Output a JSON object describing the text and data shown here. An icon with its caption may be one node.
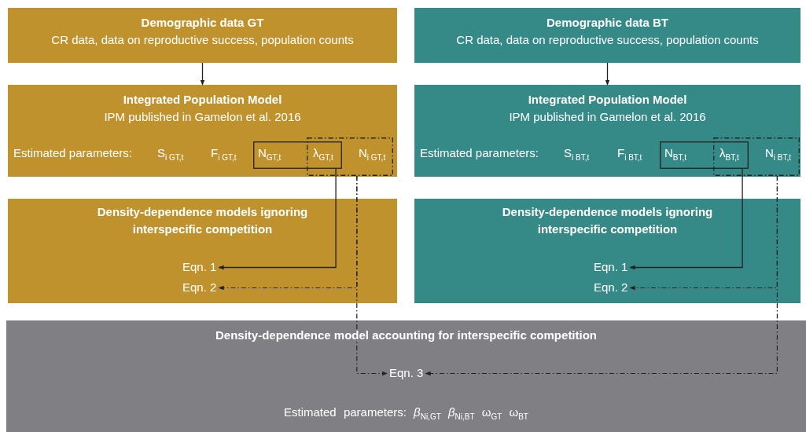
{
  "diagram": {
    "nodes": [
      {
        "text": [
          "Demographic data GT",
          "CR data, data on reproductive success, population counts"
        ]
      },
      {
        "text": [
          "Demographic data BT",
          "CR data, data on reproductive success, population counts"
        ]
      },
      {
        "text": [
          "Integrated Population Model",
          "IPM published in Gamelon et al. 2016",
          "Estimated parameters:",
          "S$_{i GT,t}$",
          "F$_{i GT,t}$"
        ]
      },
      {
        "text": [
          "N$_{GT,t}$",
          "λ$_{GT,t}$"
        ],
        "in": 2
      },
      {
        "text": [
          "N$_{i GT,t}$"
        ],
        "in": 2
      },
      {
        "text": [
          "Integrated Population Model",
          "IPM published in Gamelon et al. 2016",
          "Estimated parameters:",
          "S$_{i BT,t}$",
          "F$_{i BT,t}$"
        ]
      },
      {
        "text": [
          "N$_{BT,t}$",
          "λ$_{BT,t}$"
        ],
        "in": 5
      },
      {
        "text": [
          "N$_{i BT,t}$"
        ],
        "in": 5
      },
      {
        "text": [
          "Density-dependence models ignoring interspecific competition"
        ]
      },
      {
        "text": [
          "Eqn. 1"
        ],
        "in": 8
      },
      {
        "text": [
          "Eqn. 2"
        ],
        "in": 8
      },
      {
        "text": [
          "Density-dependence models ignoring interspecific competition"
        ]
      },
      {
        "text": [
          "Eqn. 1"
        ],
        "in": 11
      },
      {
        "text": [
          "Eqn. 2"
        ],
        "in": 11
      },
      {
        "text": [
          "Density-dependence model accounting for interspecific competition",
          "Estimated parameters: *β*$_{Ni,GT}$ *β*$_{Ni,BT}$ ω$_{GT}$ ω$_{BT}$"
        ]
      },
      {
        "text": [
          "Eqn. 3"
        ],
        "in": 14
      }
    ],
    "edges": [
      {
        "from": 0,
        "to": 2,
        "arrow": "to"
      },
      {
        "from": 1,
        "to": 5,
        "arrow": "to"
      },
      {
        "from": 3,
        "to": 9,
        "arrow": "to"
      },
      {
        "from": 4,
        "to": 10,
        "arrow": "to",
        "style": "dashed"
      },
      {
        "from": 4,
        "to": 15,
        "arrow": "to",
        "style": "dashed"
      },
      {
        "from": 6,
        "to": 12,
        "arrow": "to"
      },
      {
        "from": 7,
        "to": 13,
        "arrow": "to",
        "style": "dashed"
      },
      {
        "from": 7,
        "to": 15,
        "arrow": "to",
        "style": "dashed"
      }
    ]
  }
}
